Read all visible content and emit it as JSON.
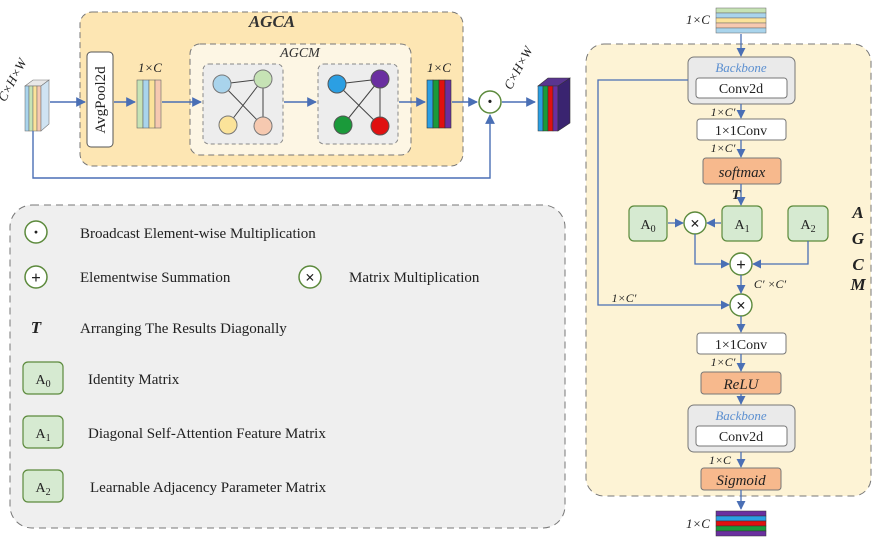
{
  "agca": {
    "title": "AGCA",
    "agcm_title": "AGCM",
    "avgpool_label": "AvgPool2d",
    "input_dim_label": "C×H×W",
    "output_dim_label": "C×H×W",
    "vector_label_1": "1×C",
    "vector_label_2": "1×C",
    "broadcast_symbol": "·"
  },
  "legend": {
    "items": [
      {
        "symbol": "·",
        "text": "Broadcast Element-wise Multiplication"
      },
      {
        "symbol": "+",
        "text": "Elementwise Summation"
      },
      {
        "symbol": "×",
        "text": "Matrix Multiplication"
      },
      {
        "symbol": "T",
        "text": "Arranging The Results Diagonally"
      },
      {
        "symbol": "A0",
        "text": "Identity Matrix"
      },
      {
        "symbol": "A1",
        "text": "Diagonal Self-Attention Feature Matrix"
      },
      {
        "symbol": "A2",
        "text": "Learnable Adjacency Parameter Matrix"
      }
    ]
  },
  "agcm": {
    "side_title": [
      "A",
      "G",
      "C",
      "M"
    ],
    "input_label": "1×C",
    "backbone_label": "Backbone",
    "conv2d_label": "Conv2d",
    "dim_c_prime_1": "1×C′",
    "conv1x1_label": "1×1Conv",
    "dim_c_prime_2": "1×C′",
    "softmax_label": "softmax",
    "t_label": "T",
    "a0_label": "A0",
    "a1_label": "A1",
    "a2_label": "A2",
    "dim_square": "C′ ×C′",
    "skip_label": "1×C′",
    "conv1x1_label_2": "1×1Conv",
    "dim_c_prime_3": "1×C′",
    "relu_label": "ReLU",
    "backbone_label_2": "Backbone",
    "conv2d_label_2": "Conv2d",
    "dim_c_1": "1×C",
    "sigmoid_label": "Sigmoid",
    "output_label": "1×C"
  },
  "colors": {
    "agca_bg": "#fde6b3",
    "agcm_bg": "#fdf3d5",
    "legend_bg": "#efefef",
    "node_green": "#d6ead1",
    "node_orange": "#f7b98d",
    "arrow": "#4a6fb5"
  }
}
